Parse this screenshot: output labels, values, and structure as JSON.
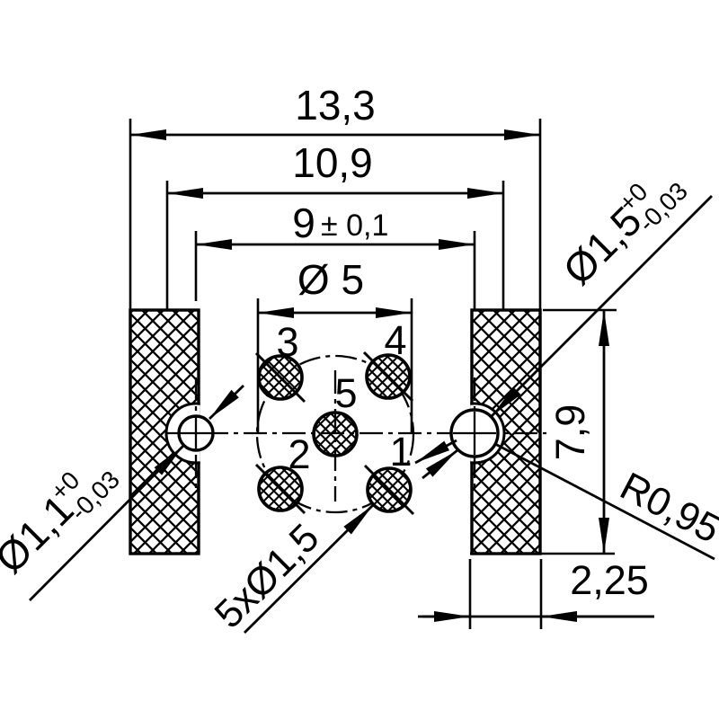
{
  "title": "connector-footprint-dimension-drawing",
  "dims": {
    "overall_width": "13,3",
    "body_width": "10,9",
    "hole_pitch": "9",
    "hole_pitch_tol": "± 0,1",
    "pin_circle_dia": "Ø 5",
    "block_height": "7,9",
    "block_width": "2,25",
    "cutout_radius": "R0,95",
    "pin_holes": "5xØ1,5",
    "right_hole_dia": "Ø1,5",
    "right_hole_tol_plus": "+0",
    "right_hole_tol_minus": "-0,03",
    "left_hole_dia": "Ø1,1",
    "left_hole_tol_plus": "+0",
    "left_hole_tol_minus": "-0,03"
  },
  "pin_labels": {
    "p1": "1",
    "p2": "2",
    "p3": "3",
    "p4": "4",
    "p5": "5"
  },
  "colors": {
    "line": "#000000",
    "background": "#ffffff"
  }
}
